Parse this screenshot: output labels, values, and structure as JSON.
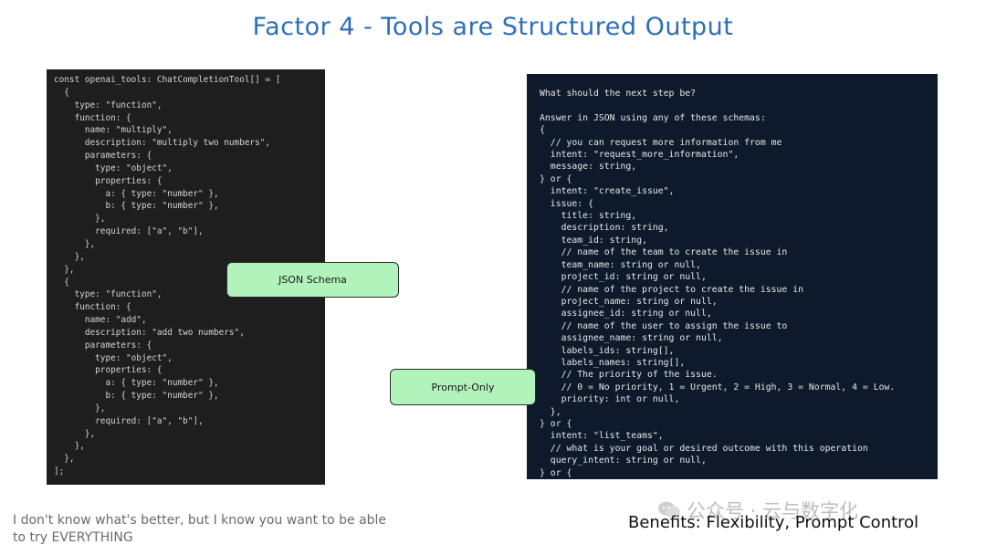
{
  "title": "Factor 4 - Tools are Structured Output",
  "left_code": "const openai_tools: ChatCompletionTool[] = [\n  {\n    type: \"function\",\n    function: {\n      name: \"multiply\",\n      description: \"multiply two numbers\",\n      parameters: {\n        type: \"object\",\n        properties: {\n          a: { type: \"number\" },\n          b: { type: \"number\" },\n        },\n        required: [\"a\", \"b\"],\n      },\n    },\n  },\n  {\n    type: \"function\",\n    function: {\n      name: \"add\",\n      description: \"add two numbers\",\n      parameters: {\n        type: \"object\",\n        properties: {\n          a: { type: \"number\" },\n          b: { type: \"number\" },\n        },\n        required: [\"a\", \"b\"],\n      },\n    },\n  },\n];",
  "right_code": "What should the next step be?\n\nAnswer in JSON using any of these schemas:\n{\n  // you can request more information from me\n  intent: \"request_more_information\",\n  message: string,\n} or {\n  intent: \"create_issue\",\n  issue: {\n    title: string,\n    description: string,\n    team_id: string,\n    // name of the team to create the issue in\n    team_name: string or null,\n    project_id: string or null,\n    // name of the project to create the issue in\n    project_name: string or null,\n    assignee_id: string or null,\n    // name of the user to assign the issue to\n    assignee_name: string or null,\n    labels_ids: string[],\n    labels_names: string[],\n    // The priority of the issue.\n    // 0 = No priority, 1 = Urgent, 2 = High, 3 = Normal, 4 = Low.\n    priority: int or null,\n  },\n} or {\n  intent: \"list_teams\",\n  // what is your goal or desired outcome with this operation\n  query_intent: string or null,\n} or {",
  "labels": {
    "json_schema": "JSON Schema",
    "prompt_only": "Prompt-Only"
  },
  "note": "I don't know what's better, but I know you want to be able to try EVERYTHING",
  "benefits": "Benefits: Flexibility, Prompt Control",
  "watermark": "公众号 · 云与数字化",
  "colors": {
    "title": "#2c6fbb",
    "label_box": "#b2f2bb",
    "left_code_bg": "#1e1e1e",
    "right_code_bg": "#0e1a2b"
  }
}
